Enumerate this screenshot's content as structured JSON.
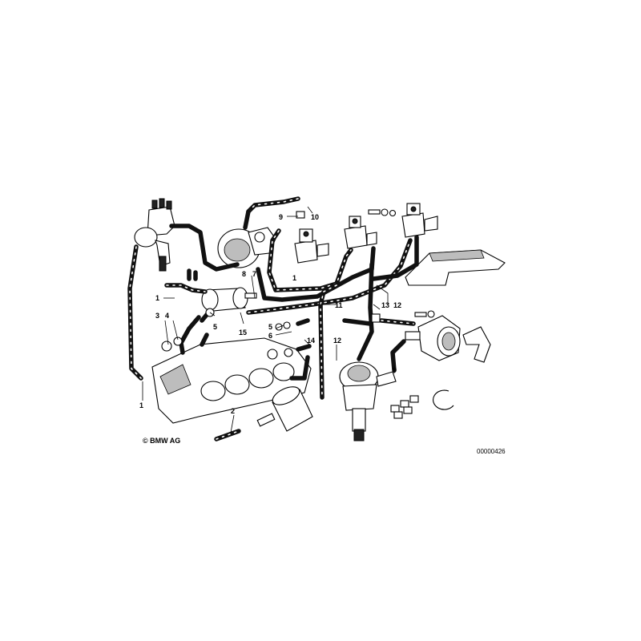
{
  "copyright": "© BMW AG",
  "document_number": "00000426",
  "callouts": [
    "1",
    "1",
    "1",
    "2",
    "3",
    "4",
    "5",
    "5",
    "6",
    "7",
    "8",
    "9",
    "9",
    "10",
    "11",
    "12",
    "12",
    "13",
    "14",
    "15"
  ]
}
